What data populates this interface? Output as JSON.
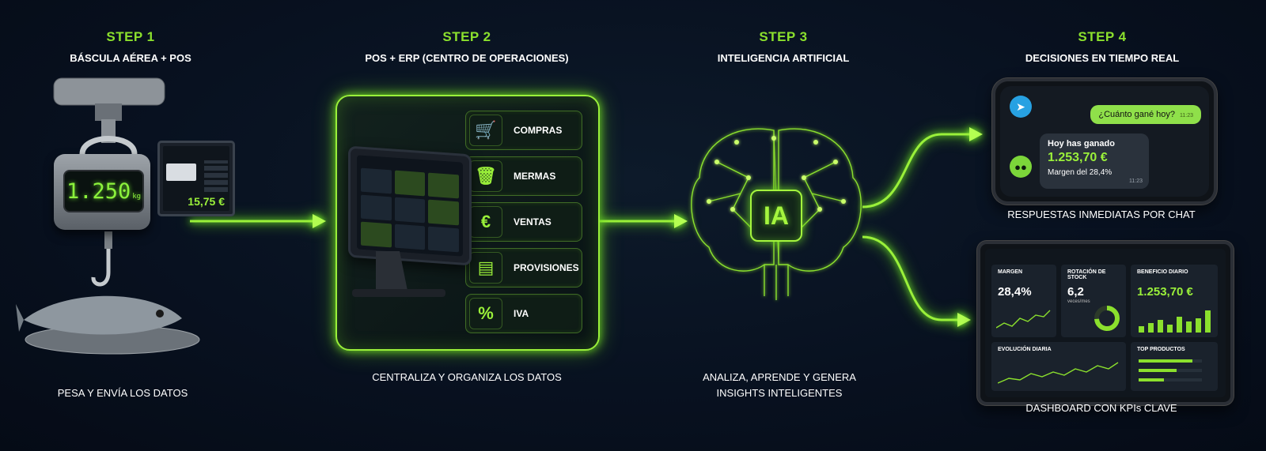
{
  "steps": [
    {
      "number": "STEP 1",
      "title": "BÁSCULA AÉREA + POS",
      "caption": "PESA Y ENVÍA LOS DATOS"
    },
    {
      "number": "STEP 2",
      "title": "POS + ERP (CENTRO DE OPERACIONES)",
      "caption": "CENTRALIZA Y ORGANIZA LOS DATOS"
    },
    {
      "number": "STEP 3",
      "title": "INTELIGENCIA ARTIFICIAL",
      "caption_line1": "ANALIZA, APRENDE Y GENERA",
      "caption_line2": "INSIGHTS INTELIGENTES"
    },
    {
      "number": "STEP 4",
      "title": "DECISIONES EN TIEMPO REAL",
      "caption_chat": "RESPUESTAS INMEDIATAS POR CHAT",
      "caption_dashboard": "DASHBOARD CON KPIs CLAVE"
    }
  ],
  "scale": {
    "reading": "1.250",
    "unit": "kg",
    "pos_price": "15,75 €"
  },
  "erp_menu": [
    {
      "label": "COMPRAS",
      "icon": "cart-icon"
    },
    {
      "label": "MERMAS",
      "icon": "trash-icon"
    },
    {
      "label": "VENTAS",
      "icon": "euro-icon"
    },
    {
      "label": "PROVISIONES",
      "icon": "document-icon"
    },
    {
      "label": "IVA",
      "icon": "percent-icon"
    }
  ],
  "ai": {
    "chip_label": "IA"
  },
  "chat": {
    "question": "¿Cuánto gané hoy?",
    "question_time": "11:23",
    "answer_intro": "Hoy has ganado",
    "answer_amount": "1.253,70 €",
    "answer_margin": "Margen del 28,4%",
    "answer_time": "11:23"
  },
  "dashboard": {
    "cards": [
      {
        "label": "MARGEN",
        "value": "28,4%"
      },
      {
        "label": "ROTACIÓN DE STOCK",
        "value": "6,2",
        "sub": "veces/mes"
      },
      {
        "label": "BENEFICIO DIARIO",
        "value": "1.253,70 €"
      },
      {
        "label": "EVOLUCIÓN DIARIA"
      },
      {
        "label": "TOP PRODUCTOS"
      }
    ]
  },
  "colors": {
    "accent": "#8be02d",
    "glow": "#9af03a",
    "background": "#081120"
  }
}
